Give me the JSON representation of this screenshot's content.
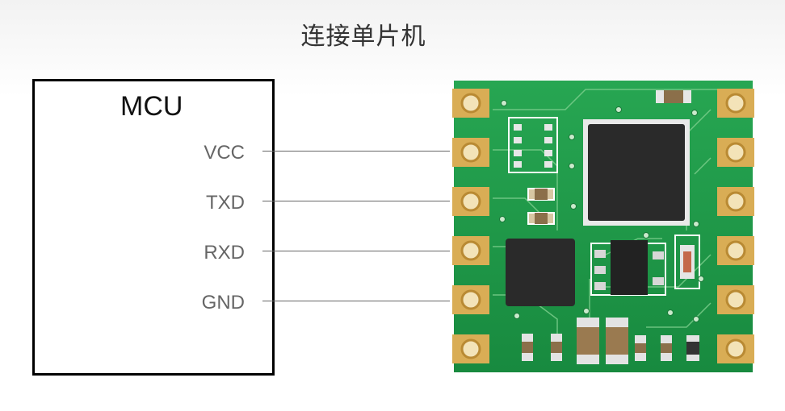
{
  "title": "连接单片机",
  "mcu": {
    "label": "MCU",
    "pins": [
      "VCC",
      "TXD",
      "RXD",
      "GND"
    ]
  },
  "colors": {
    "pcb_green": "#1f9a4a",
    "pad_gold": "#d8a94a",
    "chip": "#2b2b2b",
    "wire": "#666666"
  }
}
